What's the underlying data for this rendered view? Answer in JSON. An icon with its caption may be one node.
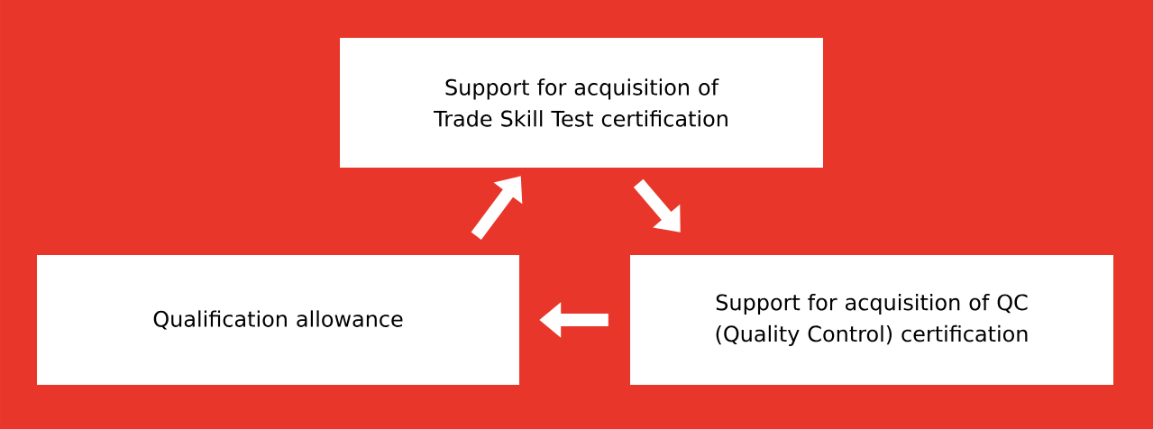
{
  "diagram": {
    "nodes": [
      {
        "text": [
          "Support for acquisition of Trade Skill Test certification"
        ]
      },
      {
        "text": [
          "Support for acquisition of QC (Quality Control) certification"
        ]
      },
      {
        "text": [
          "Qualification allowance"
        ]
      }
    ],
    "edges": [
      {
        "from": 0,
        "to": 1,
        "arrow": "to"
      },
      {
        "from": 1,
        "to": 2,
        "arrow": "to"
      },
      {
        "from": 2,
        "to": 0,
        "arrow": "to"
      }
    ]
  }
}
